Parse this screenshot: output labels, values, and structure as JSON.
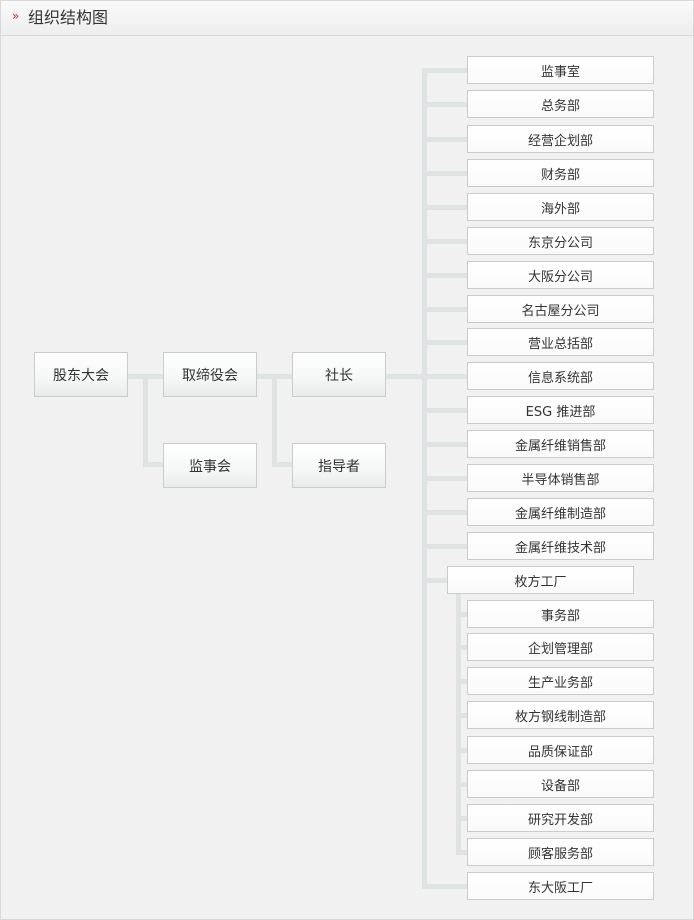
{
  "header": {
    "mark": "»",
    "title": "组织结构图"
  },
  "nodes": {
    "shareholders": "股东大会",
    "board": "取缔役会",
    "auditors": "监事会",
    "president": "社长",
    "advisor": "指导者"
  },
  "departments": [
    "监事室",
    "总务部",
    "经营企划部",
    "财务部",
    "海外部",
    "东京分公司",
    "大阪分公司",
    "名古屋分公司",
    "营业总括部",
    "信息系统部",
    "ESG 推进部",
    "金属纤维销售部",
    "半导体销售部",
    "金属纤维制造部",
    "金属纤维技术部"
  ],
  "factory": {
    "label": "枚方工厂",
    "children": [
      "事务部",
      "企划管理部",
      "生产业务部",
      "枚方钢线制造部",
      "品质保证部",
      "设备部",
      "研究开发部",
      "顾客服务部"
    ]
  },
  "last_department": "东大阪工厂"
}
